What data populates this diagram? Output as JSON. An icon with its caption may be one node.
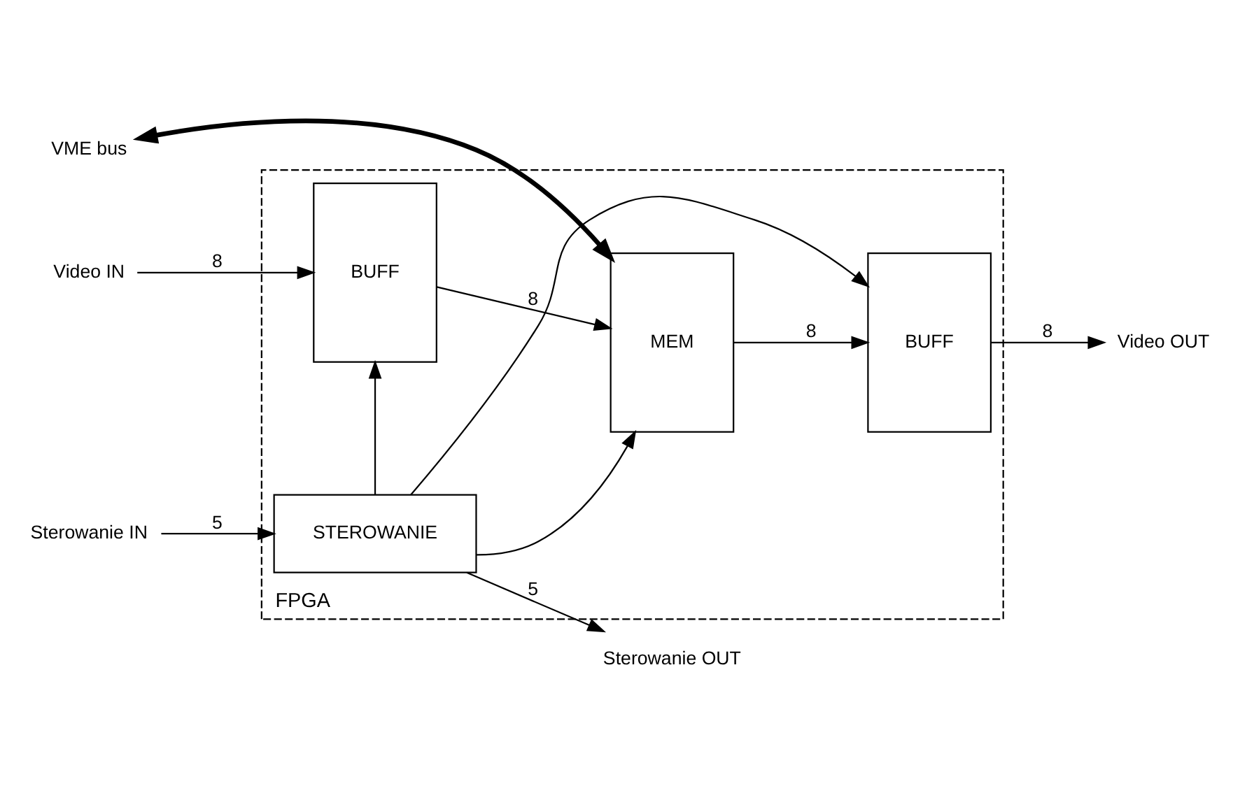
{
  "diagram": {
    "nodes": [
      {
        "text": [
          "FPGA"
        ]
      },
      {
        "text": [
          "BUFF"
        ],
        "in": 0
      },
      {
        "text": [
          "MEM"
        ],
        "in": 0
      },
      {
        "text": [
          "BUFF"
        ],
        "in": 0
      },
      {
        "text": [
          "STEROWANIE"
        ],
        "in": 0
      },
      {
        "text": [
          "VME bus"
        ]
      },
      {
        "text": [
          "Video IN"
        ]
      },
      {
        "text": [
          "Video OUT"
        ]
      },
      {
        "text": [
          "Sterowanie IN"
        ]
      },
      {
        "text": [
          "Sterowanie OUT"
        ]
      }
    ],
    "edges": [
      {
        "from": 6,
        "to": 1,
        "arrow": "to",
        "label": "8"
      },
      {
        "from": 1,
        "to": 2,
        "arrow": "to",
        "label": "8"
      },
      {
        "from": 2,
        "to": 3,
        "arrow": "to",
        "label": "8"
      },
      {
        "from": 3,
        "to": 7,
        "arrow": "to",
        "label": "8"
      },
      {
        "from": 5,
        "to": 2,
        "arrow": "both",
        "style": "thick"
      },
      {
        "from": 4,
        "to": 1,
        "arrow": "to"
      },
      {
        "from": 4,
        "to": 2,
        "arrow": "to"
      },
      {
        "from": 4,
        "to": 3,
        "arrow": "to"
      },
      {
        "from": 8,
        "to": 4,
        "arrow": "to",
        "label": "5"
      },
      {
        "from": 4,
        "to": 9,
        "arrow": "to",
        "label": "5"
      }
    ]
  }
}
